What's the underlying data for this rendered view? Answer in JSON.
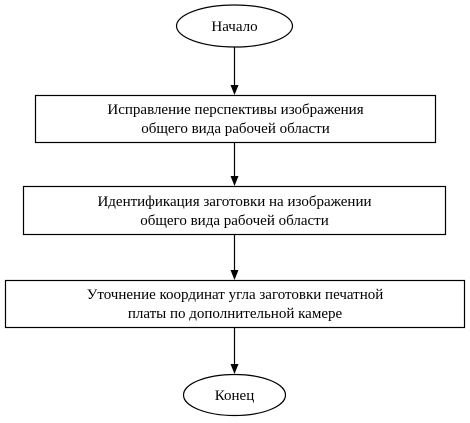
{
  "diagram": {
    "start": {
      "label": "Начало"
    },
    "steps": [
      {
        "lines": [
          "Исправление перспективы изображения",
          "общего вида рабочей области"
        ]
      },
      {
        "lines": [
          "Идентификация заготовки на изображении",
          "общего вида рабочей области"
        ]
      },
      {
        "lines": [
          "Уточнение координат угла заготовки печатной",
          "платы по дополнительной камере"
        ]
      }
    ],
    "end": {
      "label": "Конец"
    }
  }
}
